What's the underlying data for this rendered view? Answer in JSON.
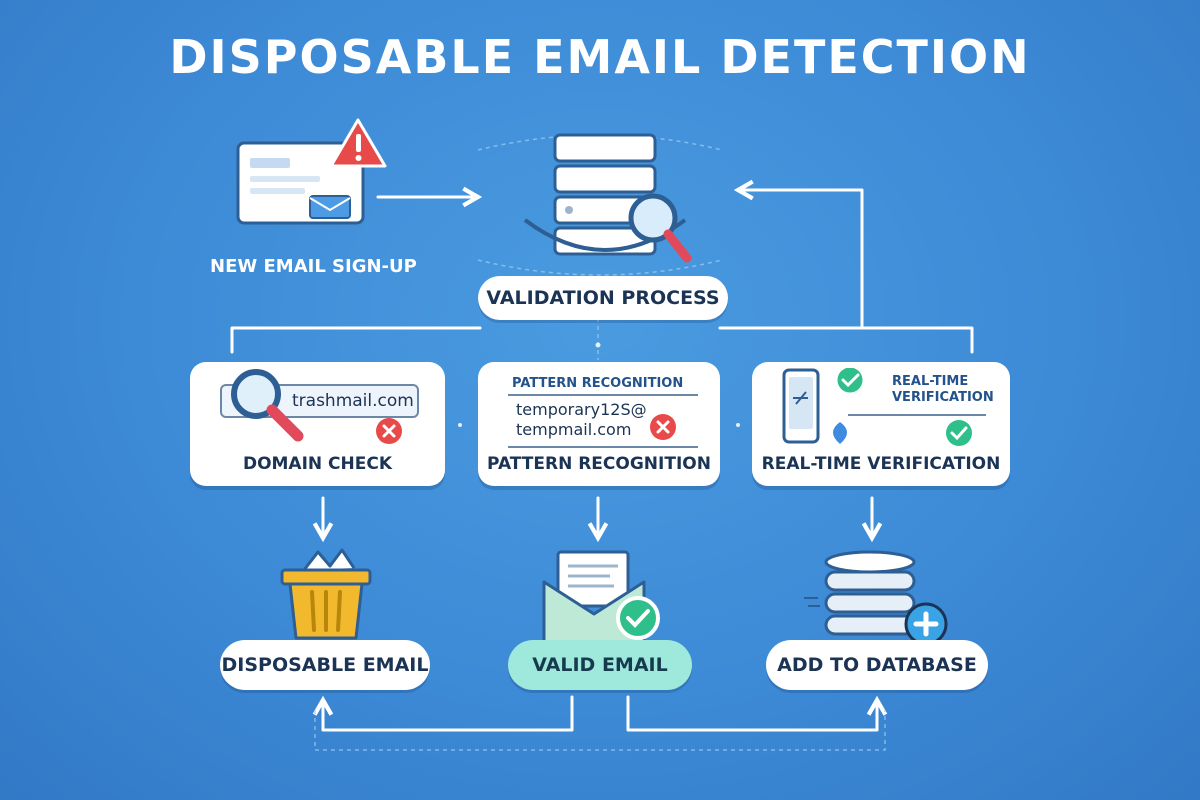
{
  "title": "DISPOSABLE EMAIL DETECTION",
  "nodes": {
    "signup": {
      "label": "NEW EMAIL SIGN-UP"
    },
    "validation": {
      "label": "VALIDATION PROCESS"
    },
    "domain_check": {
      "label": "DOMAIN CHECK",
      "sample_domain": "trashmail.com"
    },
    "pattern_recognition": {
      "label": "PATTERN RECOGNITION",
      "panel_title": "PATTERN RECOGNITION",
      "sample_line1": "temporary12S@",
      "sample_line2": "tempmail.com"
    },
    "realtime": {
      "label": "REAL-TIME VERIFICATION",
      "panel_title_line1": "REAL-TIME",
      "panel_title_line2": "VERIFICATION"
    },
    "disposable": {
      "label": "DISPOSABLE EMAIL"
    },
    "valid": {
      "label": "VALID EMAIL"
    },
    "database": {
      "label": "ADD TO DATABASE"
    }
  },
  "colors": {
    "background": "#3d8ad6",
    "accent_valid": "#9fe8dc",
    "alert_red": "#e84a4a",
    "check_green": "#2fbf8a",
    "bin_yellow": "#f2b92f"
  },
  "icons": {
    "signup": "email-form-alert-icon",
    "validation": "server-stack-magnifier-icon",
    "domain_check": "magnifier-icon",
    "realtime": "phone-check-icon",
    "disposable": "trash-bin-icon",
    "valid": "envelope-check-icon",
    "database": "database-plus-icon"
  }
}
